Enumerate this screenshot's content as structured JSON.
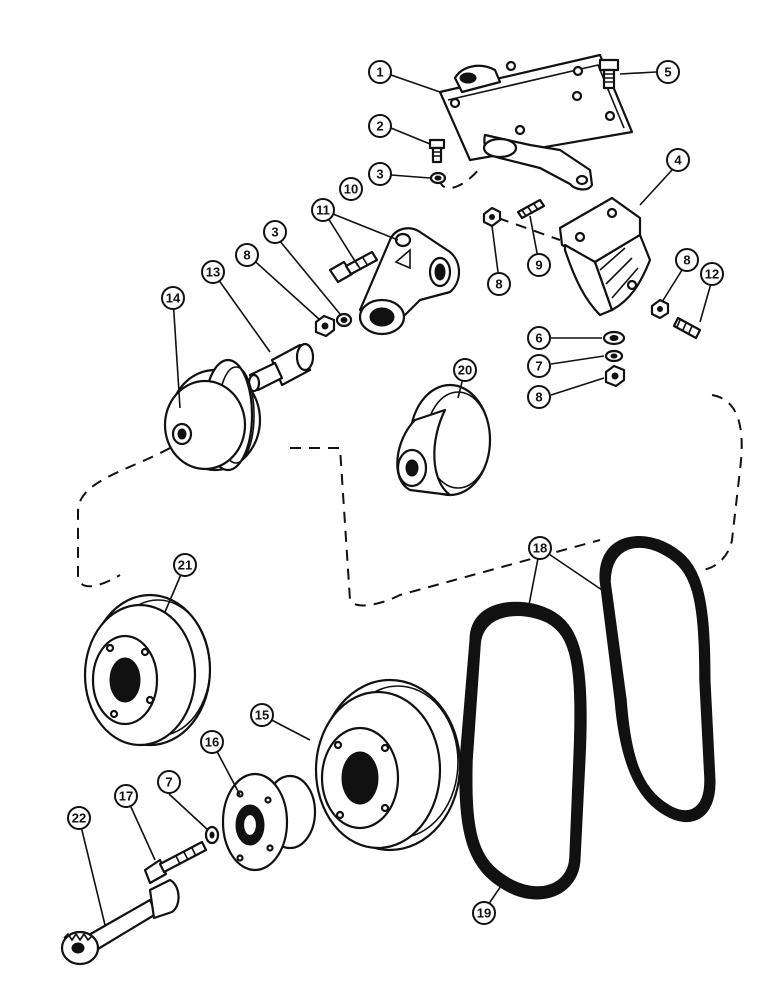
{
  "callouts": [
    {
      "id": "c1",
      "label": "1"
    },
    {
      "id": "c2",
      "label": "2"
    },
    {
      "id": "c3a",
      "label": "3"
    },
    {
      "id": "c3b",
      "label": "3"
    },
    {
      "id": "c4",
      "label": "4"
    },
    {
      "id": "c5",
      "label": "5"
    },
    {
      "id": "c6",
      "label": "6"
    },
    {
      "id": "c7a",
      "label": "7"
    },
    {
      "id": "c7b",
      "label": "7"
    },
    {
      "id": "c8a",
      "label": "8"
    },
    {
      "id": "c8b",
      "label": "8"
    },
    {
      "id": "c8c",
      "label": "8"
    },
    {
      "id": "c8d",
      "label": "8"
    },
    {
      "id": "c9",
      "label": "9"
    },
    {
      "id": "c10",
      "label": "10"
    },
    {
      "id": "c11",
      "label": "11"
    },
    {
      "id": "c12",
      "label": "12"
    },
    {
      "id": "c13",
      "label": "13"
    },
    {
      "id": "c14",
      "label": "14"
    },
    {
      "id": "c15",
      "label": "15"
    },
    {
      "id": "c16",
      "label": "16"
    },
    {
      "id": "c17",
      "label": "17"
    },
    {
      "id": "c18",
      "label": "18"
    },
    {
      "id": "c19",
      "label": "19"
    },
    {
      "id": "c20",
      "label": "20"
    },
    {
      "id": "c21",
      "label": "21"
    },
    {
      "id": "c22",
      "label": "22"
    }
  ]
}
